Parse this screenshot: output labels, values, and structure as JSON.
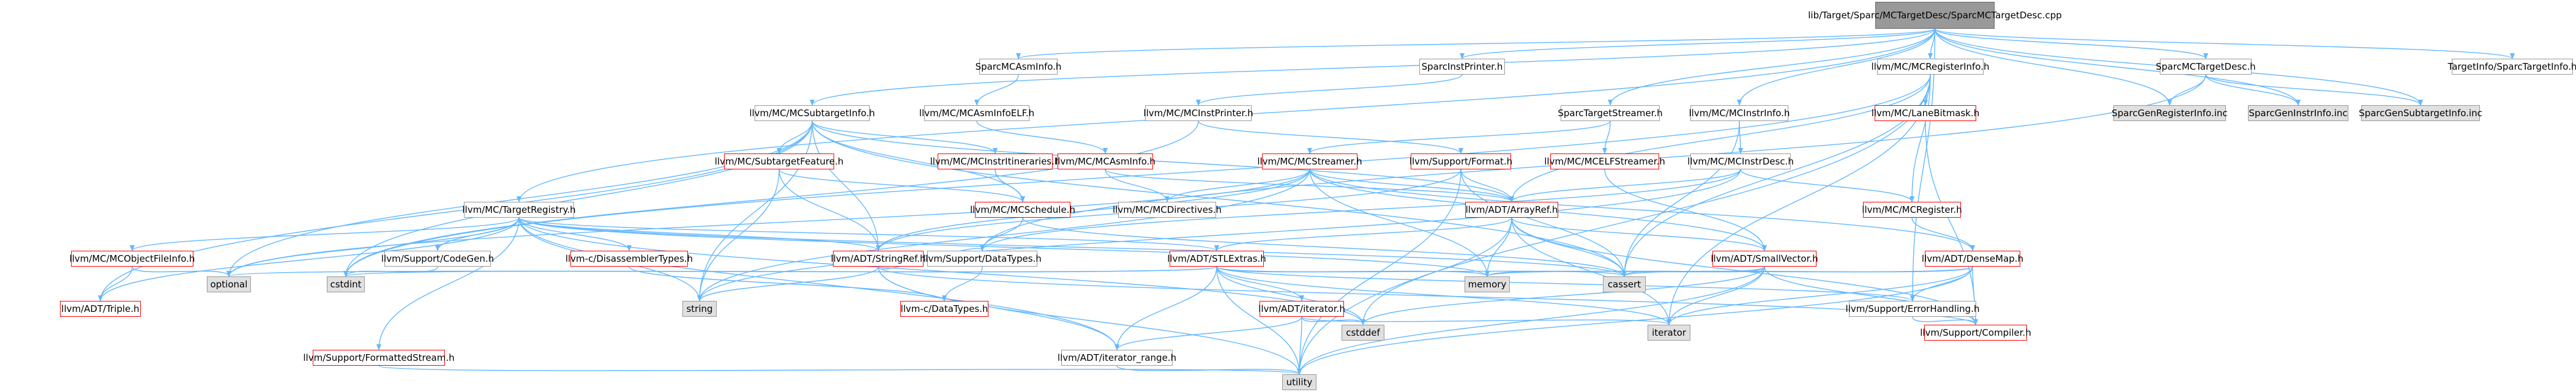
{
  "graph": {
    "root_lines": [
      "lib/Target/Sparc/MCTargetDesc/SparcMCTargetDesc.cpp"
    ],
    "edge_color": "#63b8ff",
    "colors": {
      "root_fill": "#999999",
      "leaf_fill": "#e0e0e0",
      "incomplete_border": "#ff0000",
      "node_border": "#999999"
    },
    "nodes": {
      "sparcmcasminfo": "SparcMCAsmInfo.h",
      "sparcinstprinter": "SparcInstPrinter.h",
      "mcregisterinfo": "llvm/MC/MCRegisterInfo.h",
      "sparcmctargetdesc": "SparcMCTargetDesc.h",
      "targetinfo": "TargetInfo/SparcTargetInfo.h",
      "mcasminfoelf": "llvm/MC/MCAsmInfoELF.h",
      "mcsubtargetinfo": "llvm/MC/MCSubtargetInfo.h",
      "mcinstprinter": "llvm/MC/MCInstPrinter.h",
      "sparctargetstreamer": "SparcTargetStreamer.h",
      "mcinstrinfo": "llvm/MC/MCInstrInfo.h",
      "lanebitmask": "llvm/MC/LaneBitmask.h",
      "sparcgenregisterinfo": "SparcGenRegisterInfo.inc",
      "sparcgeninstrinfo": "SparcGenInstrInfo.inc",
      "sparcgensubtargetinfo": "SparcGenSubtargetInfo.inc",
      "subtargetfeature": "llvm/MC/SubtargetFeature.h",
      "mcinstrltineraries": "llvm/MC/MCInstrItineraries.h",
      "mcasminfo": "llvm/MC/MCAsmInfo.h",
      "format": "llvm/Support/Format.h",
      "mcstreamer": "llvm/MC/MCStreamer.h",
      "mcelfstreamer": "llvm/MC/MCELFStreamer.h",
      "mcinstrdesc": "llvm/MC/MCInstrDesc.h",
      "targetregistry": "llvm/MC/TargetRegistry.h",
      "mcschedule": "llvm/MC/MCSchedule.h",
      "mcdirectives": "llvm/MC/MCDirectives.h",
      "arrayref": "llvm/ADT/ArrayRef.h",
      "mcregister": "llvm/MC/MCRegister.h",
      "mcobjectfileinfo": "llvm/MC/MCObjectFileInfo.h",
      "codegen": "llvm/Support/CodeGen.h",
      "disassemblertypes": "llvm-c/DisassemblerTypes.h",
      "stringref": "llvm/ADT/StringRef.h",
      "datatypes": "llvm/Support/DataTypes.h",
      "stlextras": "llvm/ADT/STLExtras.h",
      "smallvector": "llvm/ADT/SmallVector.h",
      "densemap": "llvm/ADT/DenseMap.h",
      "optional": "optional",
      "cstdint": "cstdint",
      "triple": "llvm/ADT/Triple.h",
      "string": "string",
      "cdatatypes": "llvm-c/DataTypes.h",
      "iterator_h": "llvm/ADT/iterator.h",
      "memory": "memory",
      "cassert": "cassert",
      "errorhandling": "llvm/Support/ErrorHandling.h",
      "formattedstream": "llvm/Support/FormattedStream.h",
      "iterator_range": "llvm/ADT/iterator_range.h",
      "cstddef": "cstddef",
      "iterator": "iterator",
      "compiler": "llvm/Support/Compiler.h",
      "utility": "utility"
    }
  }
}
